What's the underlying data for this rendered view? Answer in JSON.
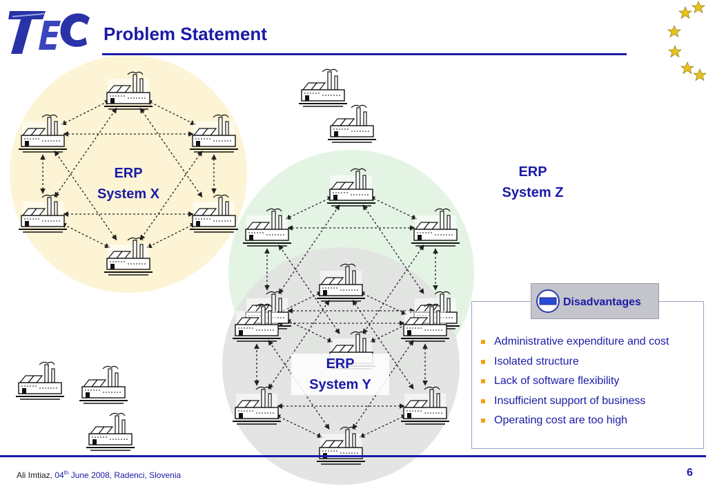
{
  "slide": {
    "title": "Problem Statement",
    "erp_x": [
      "ERP",
      "System X"
    ],
    "erp_y": [
      "ERP",
      "System Y"
    ],
    "erp_z": [
      "ERP",
      "System Z"
    ]
  },
  "disadvantages": {
    "heading": "Disadvantages",
    "items": [
      "Administrative expenditure and cost",
      "Isolated structure",
      "Lack of software flexibility",
      "Insufficient support of business",
      "Operating cost are too high"
    ]
  },
  "footer": {
    "author": "Ali Imtiaz, ",
    "date_day": "04",
    "date_suffix": "th",
    "date_rest": " June 2008, Radenci, Slovenia",
    "page": "6"
  },
  "colors": {
    "accent": "#1a1aa6",
    "bullet": "#f2a31a",
    "circle_x": "#fcf4d4",
    "circle_z": "#e4f4e4",
    "circle_y": "#e2e2e2",
    "star": "#e8c21a"
  },
  "icons": {
    "factory": "factory-icon",
    "minus_badge": "minus-badge-icon",
    "logo": "tec-logo",
    "star": "star-icon"
  }
}
